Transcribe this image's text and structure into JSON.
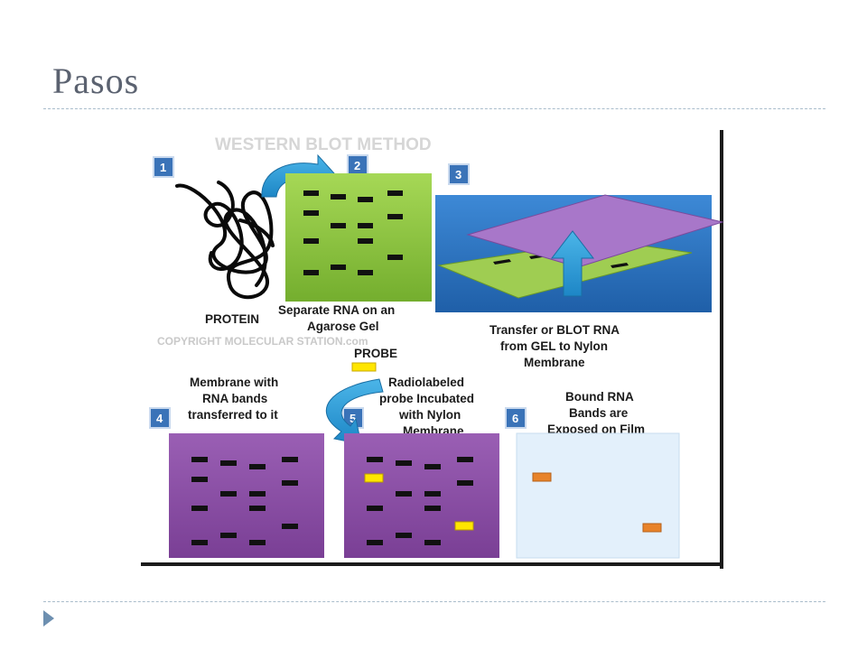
{
  "slide": {
    "title": "Pasos"
  },
  "figure": {
    "title": "WESTERN BLOT METHOD",
    "copyright": "COPYRIGHT MOLECULAR STATION.com",
    "steps": [
      {
        "number": "1",
        "lines": [
          "PROTEIN"
        ]
      },
      {
        "number": "2",
        "lines": [
          "Separate RNA on an",
          "Agarose Gel"
        ]
      },
      {
        "number": "3",
        "lines": [
          "Transfer or BLOT RNA",
          "from GEL to Nylon",
          "Membrane"
        ]
      },
      {
        "number": "4",
        "lines": [
          "Membrane with",
          "RNA bands",
          "transferred to it"
        ]
      },
      {
        "number": "5",
        "lines": [
          "Radiolabeled",
          "probe Incubated",
          "with Nylon",
          "Membrane"
        ]
      },
      {
        "number": "6",
        "lines": [
          "Bound RNA",
          "Bands are",
          "Exposed on Film"
        ]
      }
    ],
    "probe_label": "PROBE",
    "colors": {
      "gel": "#8cc63f",
      "membrane": "#8a4fa3",
      "transfer_bg": "#2f78c4",
      "film": "#e3f0fb",
      "probe": "#ffe600",
      "film_band": "#e8832a",
      "arrow": "#2a9ad6",
      "badge": "#3a73b8"
    }
  }
}
